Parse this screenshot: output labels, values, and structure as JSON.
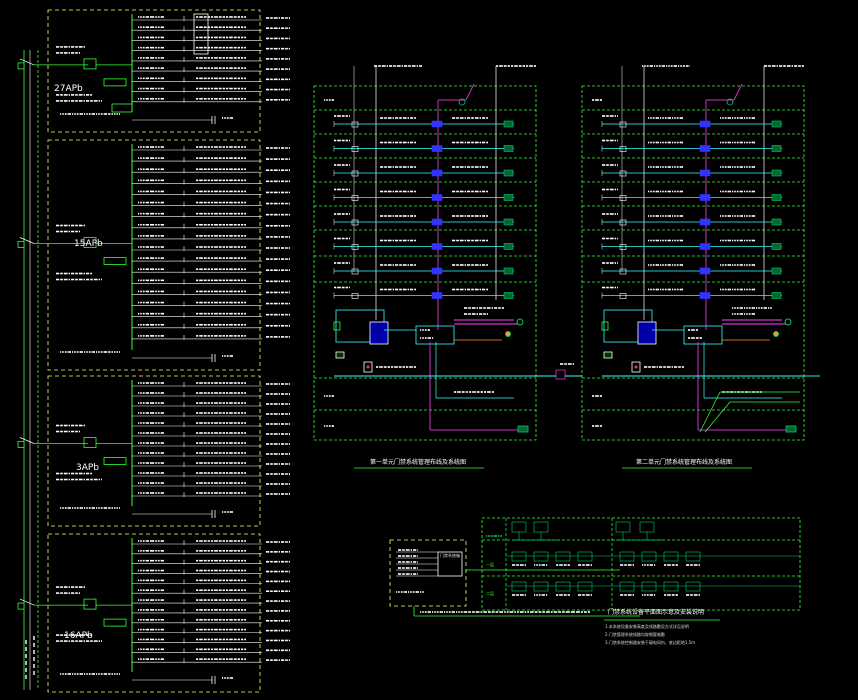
{
  "colors": {
    "background": "#000000",
    "frame_dash": "#ffff66",
    "riser_dash": "#33ff33",
    "bus_line": "#cc33cc",
    "feed_line": "#33ffff",
    "circuit_line": "#ffffff",
    "accent_green": "#00cc66",
    "accent_blue": "#3333ff",
    "accent_red": "#ff3333",
    "orange_line": "#ff9933"
  },
  "panels": [
    {
      "rating": "27APb"
    },
    {
      "rating": "15APb"
    },
    {
      "rating": "3APb"
    },
    {
      "rating": "16APb"
    }
  ],
  "risers": [
    {
      "caption": "第一单元门禁系统管理布线及系统图"
    },
    {
      "caption": "第二单元门禁系统管理布线及系统图"
    }
  ],
  "box_label": "门禁系统箱",
  "legend_title": "门禁系统设备平面图示意及安装说明",
  "floor_rows": [
    "一层",
    "二层"
  ],
  "notes": [
    "1.本系统设备安装高度及线路敷设方式详见说明",
    "2.门禁管理系统线路均穿钢管暗敷",
    "3.门禁系统控制器安装于弱电间内，底边距地1.5m"
  ]
}
